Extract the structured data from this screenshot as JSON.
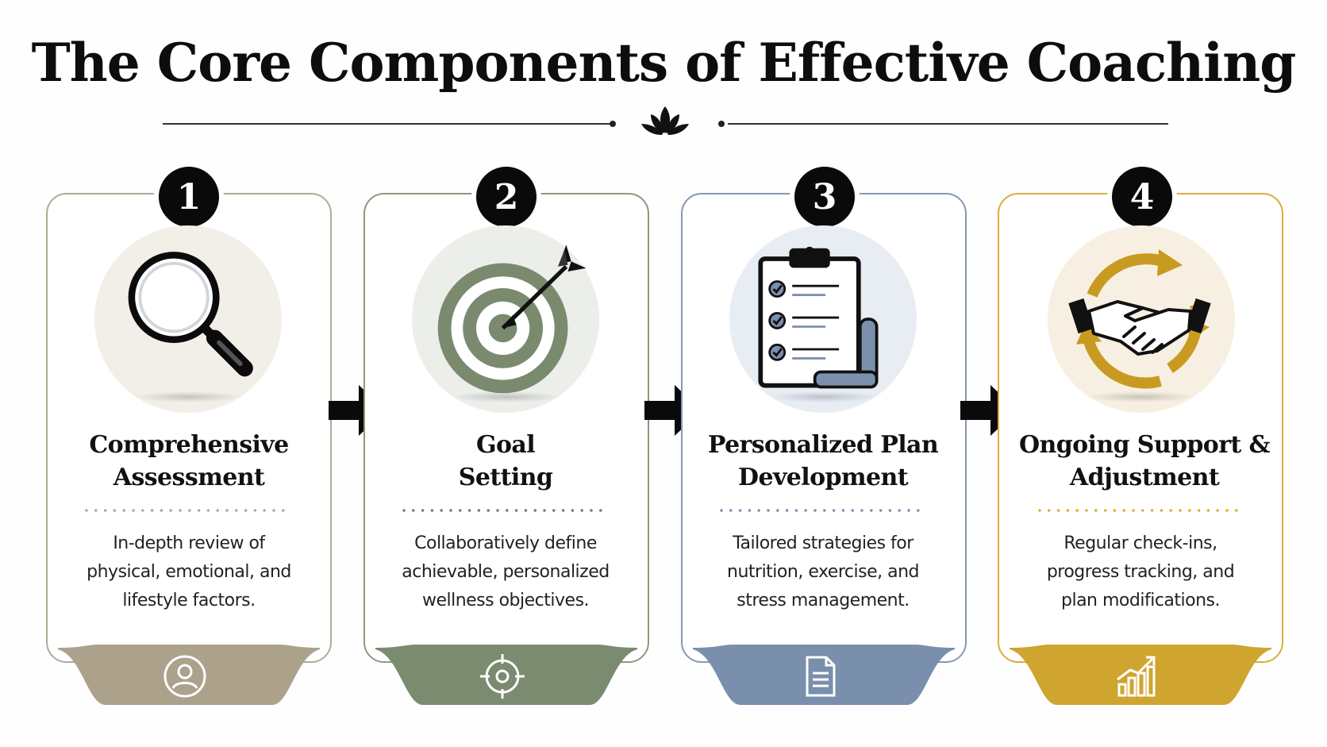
{
  "title": "The Core Components of Effective Coaching",
  "steps": [
    {
      "number": "1",
      "title_line1": "Comprehensive",
      "title_line2": "Assessment",
      "desc_line1": "In-depth review of",
      "desc_line2": "physical, emotional, and",
      "desc_line3": "lifestyle factors.",
      "icon": "magnifying-glass-icon",
      "footer_icon": "user-icon",
      "color": "#a99f8a",
      "circle_color": "#f3f0ea"
    },
    {
      "number": "2",
      "title_line1": "Goal",
      "title_line2": "Setting",
      "desc_line1": "Collaboratively define",
      "desc_line2": "achievable, personalized",
      "desc_line3": "wellness objectives.",
      "icon": "target-arrow-icon",
      "footer_icon": "crosshair-icon",
      "color": "#7d8d72",
      "circle_color": "#eef0ec"
    },
    {
      "number": "3",
      "title_line1": "Personalized Plan",
      "title_line2": "Development",
      "desc_line1": "Tailored strategies for",
      "desc_line2": "nutrition, exercise, and",
      "desc_line3": "stress management.",
      "icon": "clipboard-checklist-icon",
      "footer_icon": "document-icon",
      "color": "#7990ab",
      "circle_color": "#e9eef5"
    },
    {
      "number": "4",
      "title_line1": "Ongoing Support &",
      "title_line2": "Adjustment",
      "desc_line1": "Regular check-ins,",
      "desc_line2": "progress tracking, and",
      "desc_line3": "plan modifications.",
      "icon": "handshake-cycle-icon",
      "footer_icon": "growth-chart-icon",
      "color": "#d1a530",
      "circle_color": "#f7f1e3"
    }
  ],
  "divider_icon": "lotus-icon",
  "connector_icon": "right-arrow-icon"
}
